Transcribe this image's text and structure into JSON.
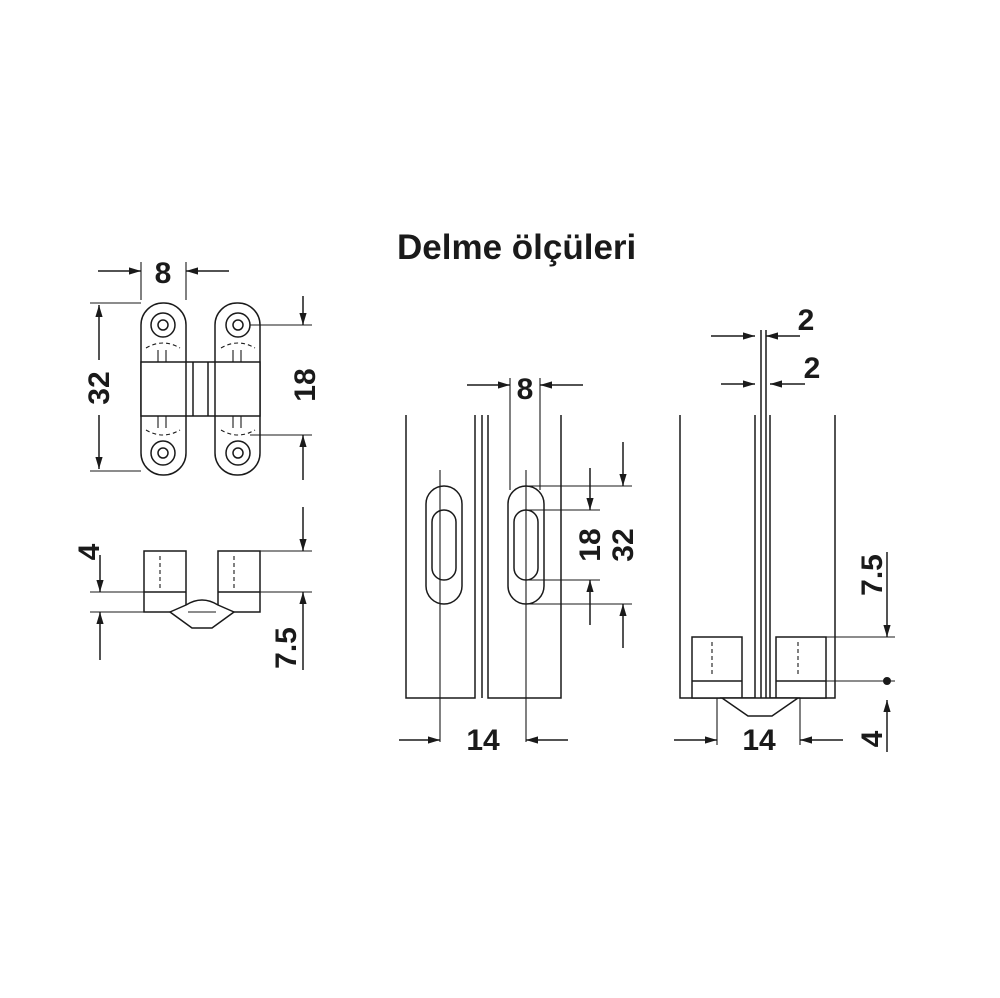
{
  "title": "Delme ölçüleri",
  "colors": {
    "line": "#1a1a1a",
    "background": "#ffffff"
  },
  "dimensions": {
    "top_view_width": "8",
    "top_view_height": "32",
    "top_view_hole_spacing": "18",
    "side_view_offset": "4",
    "side_view_depth": "7.5",
    "slot_width": "8",
    "slot_inner_length": "18",
    "slot_outer_length": "32",
    "door_width": "14",
    "gap_top": "2",
    "gap_lower": "2",
    "installed_depth": "7.5",
    "installed_width": "14",
    "installed_offset": "4"
  }
}
